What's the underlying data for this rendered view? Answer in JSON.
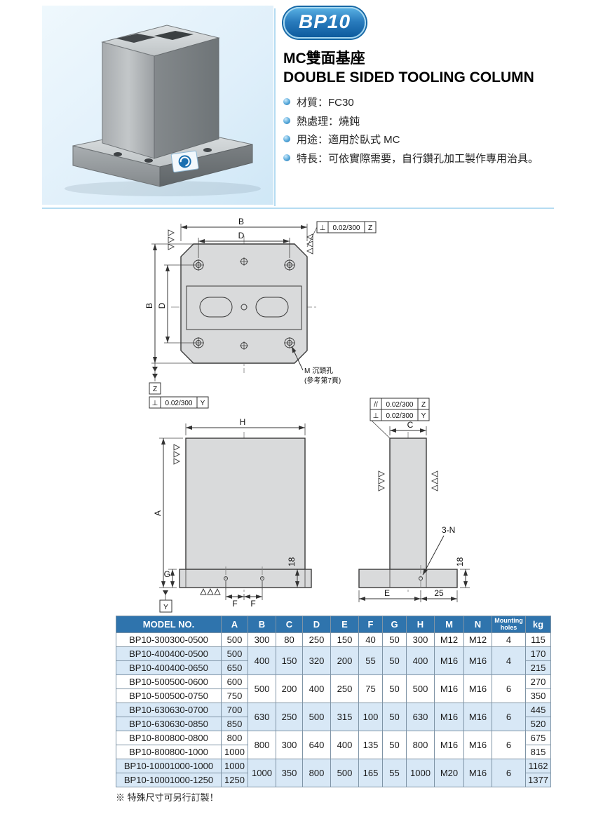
{
  "header": {
    "badge": "BP10",
    "title_zh": "MC雙面基座",
    "title_en": "DOUBLE SIDED TOOLING COLUMN",
    "specs": [
      "材質：FC30",
      "熱處理：燒鈍",
      "用途：適用於臥式 MC",
      "特長：可依實際需要，自行鑽孔加工製作專用治具。"
    ]
  },
  "drawings": {
    "top_view": {
      "dim_width_outer": "B",
      "dim_width_inner": "D",
      "dim_height_outer": "B",
      "dim_height_inner": "D",
      "tolerance_top": {
        "symbol": "⊥",
        "value": "0.02/300",
        "datum": "Z"
      },
      "datum_label": "Z",
      "tolerance_bottom": {
        "symbol": "⊥",
        "value": "0.02/300",
        "datum": "Y"
      },
      "callout_hole": "M 沉頭孔",
      "callout_ref": "(參考第7頁)"
    },
    "front_view": {
      "dim_width": "H",
      "dim_height": "A",
      "dim_base_lip": "G",
      "dim_hole_left": "F",
      "dim_hole_right": "F",
      "dim_base_thickness": "18",
      "datum_label": "Y"
    },
    "side_view": {
      "dim_width": "C",
      "dim_base": "E",
      "dim_edge": "25",
      "dim_base_thickness": "18",
      "callout_holes": "3-N",
      "tolerance_parallel": {
        "symbol": "//",
        "value": "0.02/300",
        "datum": "Z"
      },
      "tolerance_perp": {
        "symbol": "⊥",
        "value": "0.02/300",
        "datum": "Y"
      }
    }
  },
  "table": {
    "columns": [
      {
        "label": "MODEL NO."
      },
      {
        "label": "A"
      },
      {
        "label": "B"
      },
      {
        "label": "C"
      },
      {
        "label": "D"
      },
      {
        "label": "E"
      },
      {
        "label": "F"
      },
      {
        "label": "G"
      },
      {
        "label": "H"
      },
      {
        "label": "M"
      },
      {
        "label": "N"
      },
      {
        "label": "Mounting holes",
        "small": true
      },
      {
        "label": "kg"
      }
    ],
    "groups": [
      {
        "rows": [
          {
            "model": "BP10-300300-0500",
            "a": "500",
            "kg": "115"
          }
        ],
        "shared": {
          "b": "300",
          "c": "80",
          "d": "250",
          "e": "150",
          "f": "40",
          "g": "50",
          "h": "300",
          "m": "M12",
          "n": "M12",
          "holes": "4"
        }
      },
      {
        "rows": [
          {
            "model": "BP10-400400-0500",
            "a": "500",
            "kg": "170"
          },
          {
            "model": "BP10-400400-0650",
            "a": "650",
            "kg": "215"
          }
        ],
        "shared": {
          "b": "400",
          "c": "150",
          "d": "320",
          "e": "200",
          "f": "55",
          "g": "50",
          "h": "400",
          "m": "M16",
          "n": "M16",
          "holes": "4"
        }
      },
      {
        "rows": [
          {
            "model": "BP10-500500-0600",
            "a": "600",
            "kg": "270"
          },
          {
            "model": "BP10-500500-0750",
            "a": "750",
            "kg": "350"
          }
        ],
        "shared": {
          "b": "500",
          "c": "200",
          "d": "400",
          "e": "250",
          "f": "75",
          "g": "50",
          "h": "500",
          "m": "M16",
          "n": "M16",
          "holes": "6"
        }
      },
      {
        "rows": [
          {
            "model": "BP10-630630-0700",
            "a": "700",
            "kg": "445"
          },
          {
            "model": "BP10-630630-0850",
            "a": "850",
            "kg": "520"
          }
        ],
        "shared": {
          "b": "630",
          "c": "250",
          "d": "500",
          "e": "315",
          "f": "100",
          "g": "50",
          "h": "630",
          "m": "M16",
          "n": "M16",
          "holes": "6"
        }
      },
      {
        "rows": [
          {
            "model": "BP10-800800-0800",
            "a": "800",
            "kg": "675"
          },
          {
            "model": "BP10-800800-1000",
            "a": "1000",
            "kg": "815"
          }
        ],
        "shared": {
          "b": "800",
          "c": "300",
          "d": "640",
          "e": "400",
          "f": "135",
          "g": "50",
          "h": "800",
          "m": "M16",
          "n": "M16",
          "holes": "6"
        }
      },
      {
        "rows": [
          {
            "model": "BP10-10001000-1000",
            "a": "1000",
            "kg": "1162"
          },
          {
            "model": "BP10-10001000-1250",
            "a": "1250",
            "kg": "1377"
          }
        ],
        "shared": {
          "b": "1000",
          "c": "350",
          "d": "800",
          "e": "500",
          "f": "165",
          "g": "55",
          "h": "1000",
          "m": "M20",
          "n": "M16",
          "holes": "6"
        }
      }
    ],
    "note": "※  特殊尺寸可另行訂製！"
  },
  "colors": {
    "header_blue": "#2f74ad",
    "row_highlight": "#d8e8f6",
    "badge_blue": "#1e6fb2",
    "accent_light_blue": "#b5dcf2"
  }
}
